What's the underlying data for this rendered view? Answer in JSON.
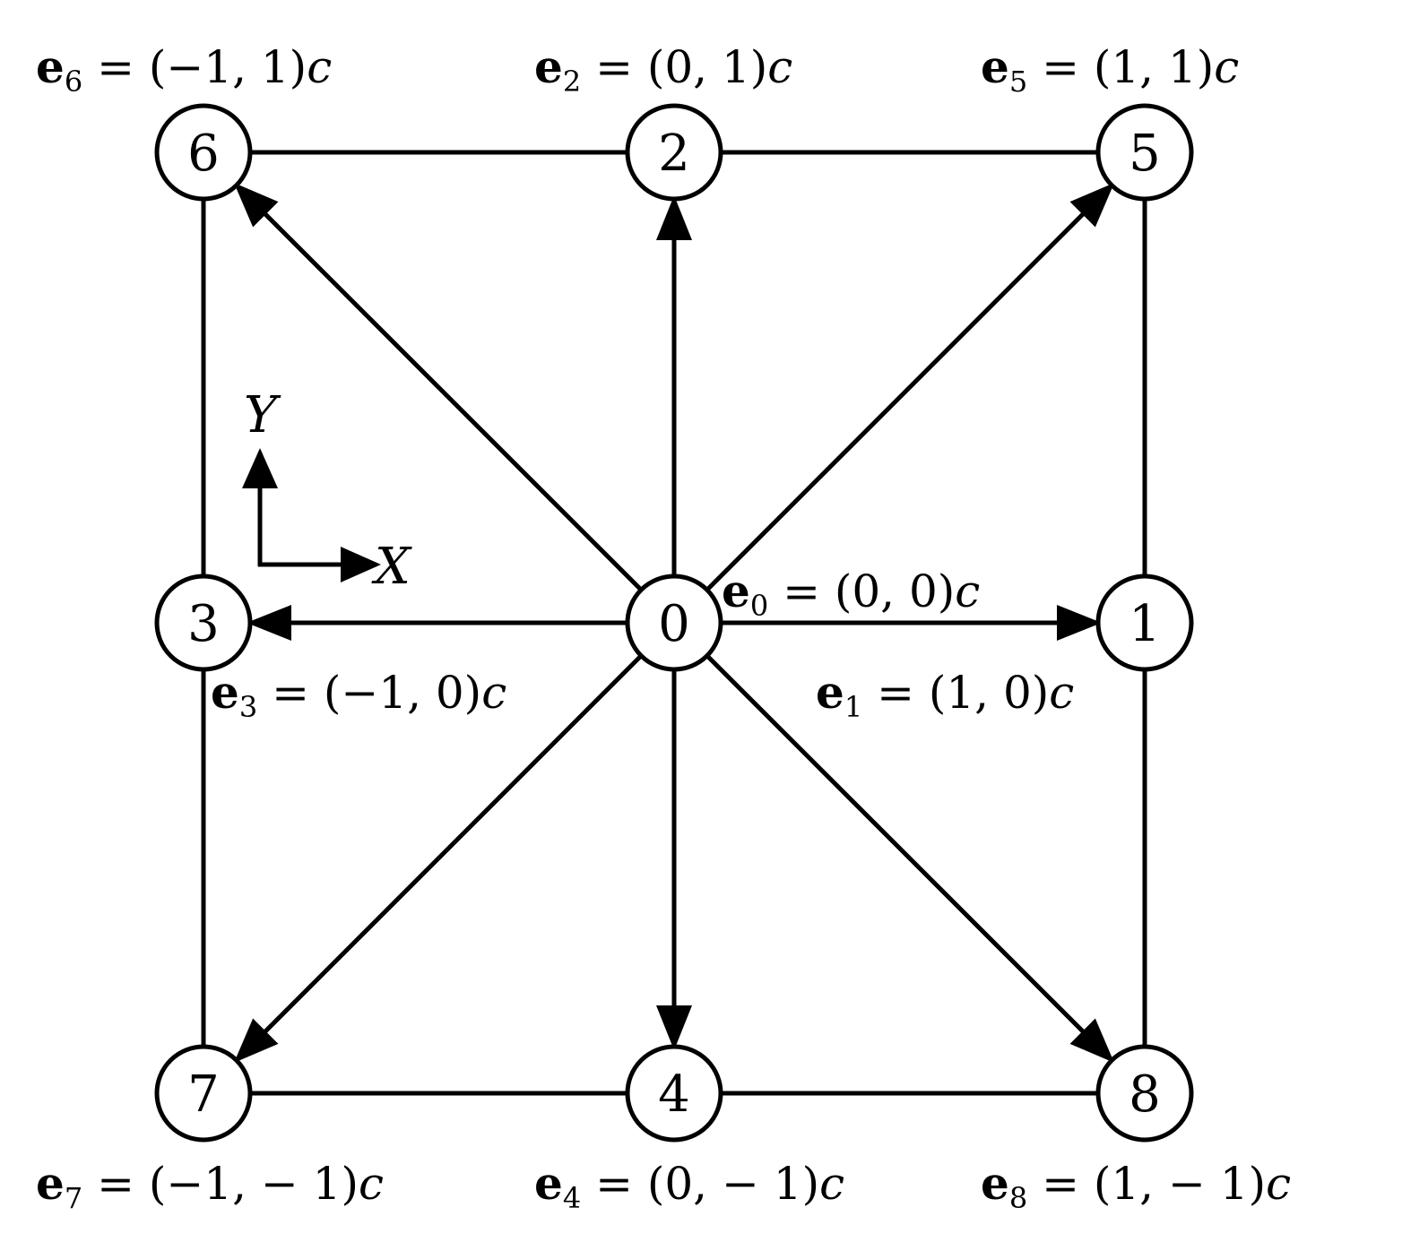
{
  "colors": {
    "stroke": "#000000",
    "background": "#ffffff"
  },
  "axes": {
    "x_label": "X",
    "y_label": "Y"
  },
  "nodes": [
    {
      "id": "0",
      "gx": 0,
      "gy": 0
    },
    {
      "id": "1",
      "gx": 1,
      "gy": 0
    },
    {
      "id": "2",
      "gx": 0,
      "gy": 1
    },
    {
      "id": "3",
      "gx": -1,
      "gy": 0
    },
    {
      "id": "4",
      "gx": 0,
      "gy": -1
    },
    {
      "id": "5",
      "gx": 1,
      "gy": 1
    },
    {
      "id": "6",
      "gx": -1,
      "gy": 1
    },
    {
      "id": "7",
      "gx": -1,
      "gy": -1
    },
    {
      "id": "8",
      "gx": 1,
      "gy": -1
    }
  ],
  "frame_edges": [
    [
      "6",
      "2"
    ],
    [
      "2",
      "5"
    ],
    [
      "5",
      "1"
    ],
    [
      "1",
      "8"
    ],
    [
      "8",
      "4"
    ],
    [
      "4",
      "7"
    ],
    [
      "7",
      "3"
    ],
    [
      "3",
      "6"
    ]
  ],
  "velocity_arrows": [
    [
      "0",
      "1"
    ],
    [
      "0",
      "2"
    ],
    [
      "0",
      "3"
    ],
    [
      "0",
      "4"
    ],
    [
      "0",
      "5"
    ],
    [
      "0",
      "6"
    ],
    [
      "0",
      "7"
    ],
    [
      "0",
      "8"
    ]
  ],
  "labels": [
    {
      "key": "e6",
      "sym": "e",
      "sub": "6",
      "rhs": "= (−1, 1)",
      "unit": "c"
    },
    {
      "key": "e2",
      "sym": "e",
      "sub": "2",
      "rhs": "= (0, 1)",
      "unit": "c"
    },
    {
      "key": "e5",
      "sym": "e",
      "sub": "5",
      "rhs": "= (1, 1)",
      "unit": "c"
    },
    {
      "key": "e0",
      "sym": "e",
      "sub": "0",
      "rhs": "= (0, 0)",
      "unit": "c"
    },
    {
      "key": "e3",
      "sym": "e",
      "sub": "3",
      "rhs": "= (−1, 0)",
      "unit": "c"
    },
    {
      "key": "e1",
      "sym": "e",
      "sub": "1",
      "rhs": "= (1, 0)",
      "unit": "c"
    },
    {
      "key": "e7",
      "sym": "e",
      "sub": "7",
      "rhs": "= (−1, − 1)",
      "unit": "c"
    },
    {
      "key": "e4",
      "sym": "e",
      "sub": "4",
      "rhs": "= (0, − 1)",
      "unit": "c"
    },
    {
      "key": "e8",
      "sym": "e",
      "sub": "8",
      "rhs": "= (1, − 1)",
      "unit": "c"
    }
  ]
}
